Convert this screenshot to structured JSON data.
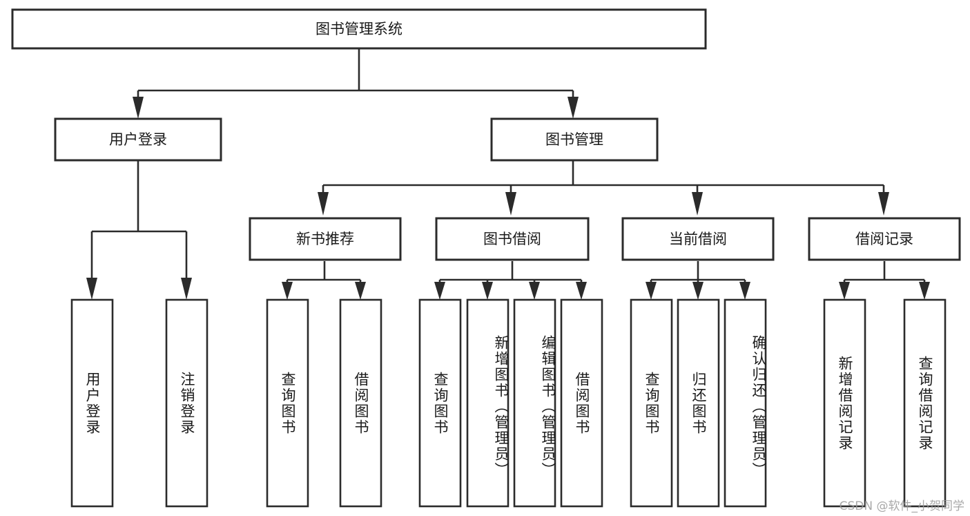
{
  "diagram": {
    "type": "tree",
    "title": "图书管理系统",
    "root": {
      "id": "root",
      "label": "图书管理系统",
      "orientation": "horizontal"
    },
    "level2": [
      {
        "id": "user-login",
        "label": "用户登录",
        "orientation": "horizontal"
      },
      {
        "id": "book-management",
        "label": "图书管理",
        "orientation": "horizontal"
      }
    ],
    "level3": [
      {
        "id": "new-book-recommend",
        "label": "新书推荐",
        "orientation": "horizontal",
        "parent": "book-management"
      },
      {
        "id": "book-borrow",
        "label": "图书借阅",
        "orientation": "horizontal",
        "parent": "book-management"
      },
      {
        "id": "current-borrow",
        "label": "当前借阅",
        "orientation": "horizontal",
        "parent": "book-management"
      },
      {
        "id": "borrow-record",
        "label": "借阅记录",
        "orientation": "horizontal",
        "parent": "book-management"
      }
    ],
    "leaves": [
      {
        "id": "leaf-user-login",
        "label": "用户登录",
        "parent": "user-login",
        "orientation": "vertical"
      },
      {
        "id": "leaf-user-logout",
        "label": "注销登录",
        "parent": "user-login",
        "orientation": "vertical"
      },
      {
        "id": "leaf-query-book-1",
        "label": "查询图书",
        "parent": "new-book-recommend",
        "orientation": "vertical"
      },
      {
        "id": "leaf-borrow-book-1",
        "label": "借阅图书",
        "parent": "new-book-recommend",
        "orientation": "vertical"
      },
      {
        "id": "leaf-query-book-2",
        "label": "查询图书",
        "parent": "book-borrow",
        "orientation": "vertical"
      },
      {
        "id": "leaf-add-book",
        "label": "新增图书（管理员）",
        "parent": "book-borrow",
        "orientation": "vertical"
      },
      {
        "id": "leaf-edit-book",
        "label": "编辑图书（管理员）",
        "parent": "book-borrow",
        "orientation": "vertical"
      },
      {
        "id": "leaf-borrow-book-2",
        "label": "借阅图书",
        "parent": "book-borrow",
        "orientation": "vertical"
      },
      {
        "id": "leaf-query-book-3",
        "label": "查询图书",
        "parent": "current-borrow",
        "orientation": "vertical"
      },
      {
        "id": "leaf-return-book",
        "label": "归还图书",
        "parent": "current-borrow",
        "orientation": "vertical"
      },
      {
        "id": "leaf-confirm-return",
        "label": "确认归还（管理员）",
        "parent": "current-borrow",
        "orientation": "vertical"
      },
      {
        "id": "leaf-add-record",
        "label": "新增借阅记录",
        "parent": "borrow-record",
        "orientation": "vertical"
      },
      {
        "id": "leaf-query-record",
        "label": "查询借阅记录",
        "parent": "borrow-record",
        "orientation": "vertical"
      }
    ],
    "colors": {
      "background": "#ffffff",
      "box_fill": "#ffffff",
      "box_stroke": "#2b2b2b",
      "text": "#1a1a1a",
      "connector": "#2b2b2b",
      "watermark": "#9a9a9a"
    }
  },
  "watermark": {
    "text": "CSDN @软件_小贺同学"
  }
}
